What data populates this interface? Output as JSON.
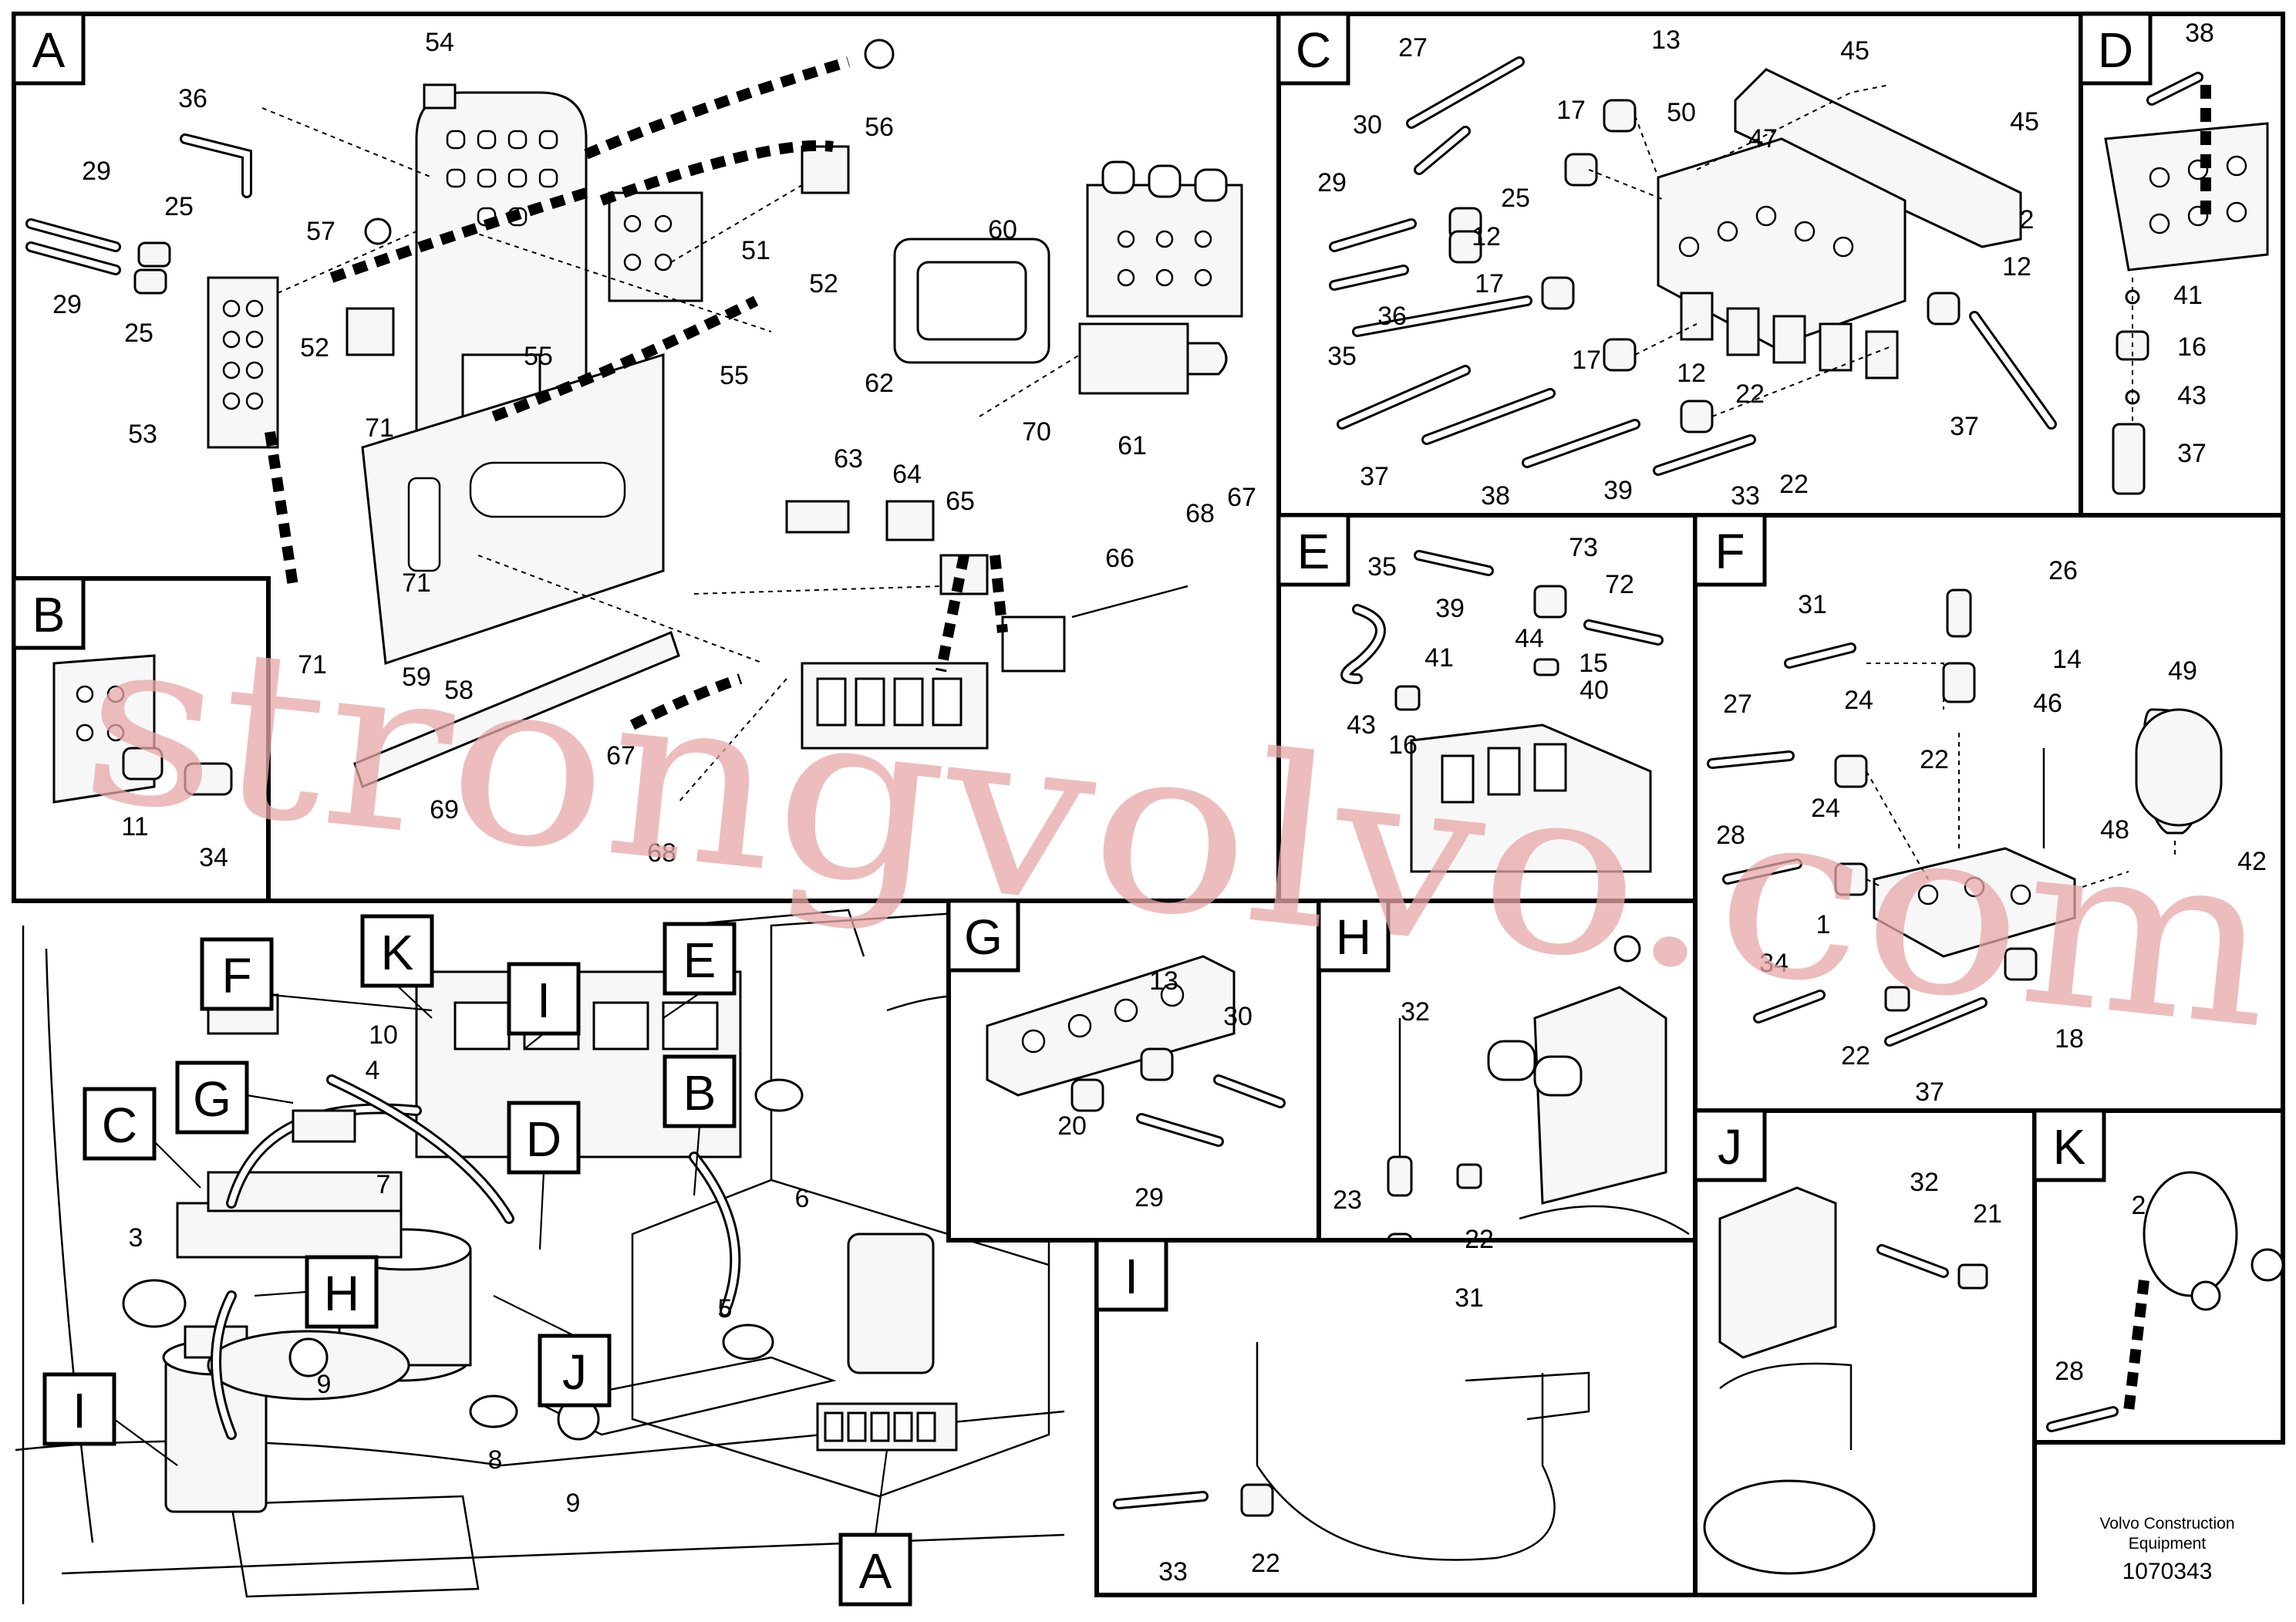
{
  "panels": [
    {
      "id": "A",
      "letter": "A"
    },
    {
      "id": "B",
      "letter": "B"
    },
    {
      "id": "C",
      "letter": "C"
    },
    {
      "id": "D",
      "letter": "D"
    },
    {
      "id": "E",
      "letter": "E"
    },
    {
      "id": "F",
      "letter": "F"
    },
    {
      "id": "G",
      "letter": "G"
    },
    {
      "id": "H",
      "letter": "H"
    },
    {
      "id": "I",
      "letter": "I"
    },
    {
      "id": "J",
      "letter": "J"
    },
    {
      "id": "K",
      "letter": "K"
    }
  ],
  "overview_labels": [
    "F",
    "K",
    "I",
    "E",
    "G",
    "C",
    "B",
    "D",
    "H",
    "J",
    "I",
    "A"
  ],
  "callouts": {
    "A": [
      "54",
      "56",
      "36",
      "29",
      "25",
      "29",
      "25",
      "57",
      "52",
      "51",
      "53",
      "52",
      "55",
      "71",
      "55",
      "60",
      "62",
      "70",
      "61",
      "63",
      "64",
      "65",
      "71",
      "71",
      "59",
      "58",
      "67",
      "68",
      "66",
      "68",
      "67",
      "69"
    ],
    "B": [
      "11",
      "34"
    ],
    "C": [
      "27",
      "13",
      "45",
      "30",
      "17",
      "50",
      "47",
      "45",
      "29",
      "25",
      "2",
      "12",
      "17",
      "12",
      "36",
      "35",
      "17",
      "12",
      "22",
      "37",
      "37",
      "38",
      "39",
      "33",
      "22"
    ],
    "D": [
      "38",
      "41",
      "16",
      "43",
      "37"
    ],
    "E": [
      "35",
      "73",
      "39",
      "72",
      "41",
      "44",
      "15",
      "40",
      "43",
      "16"
    ],
    "F": [
      "26",
      "31",
      "14",
      "27",
      "24",
      "46",
      "49",
      "22",
      "24",
      "28",
      "48",
      "42",
      "1",
      "34",
      "22",
      "37",
      "18"
    ],
    "G": [
      "13",
      "30",
      "20",
      "29"
    ],
    "H": [
      "32",
      "23",
      "22",
      "31"
    ],
    "I": [
      "33",
      "22"
    ],
    "J": [
      "32",
      "21"
    ],
    "K": [
      "2",
      "28"
    ],
    "overview": [
      "10",
      "4",
      "7",
      "3",
      "6",
      "5",
      "9",
      "8",
      "9"
    ]
  },
  "credit": {
    "line1": "Volvo Construction",
    "line2": "Equipment",
    "doc_number": "1070343"
  },
  "watermark": "strongvolvo.com"
}
